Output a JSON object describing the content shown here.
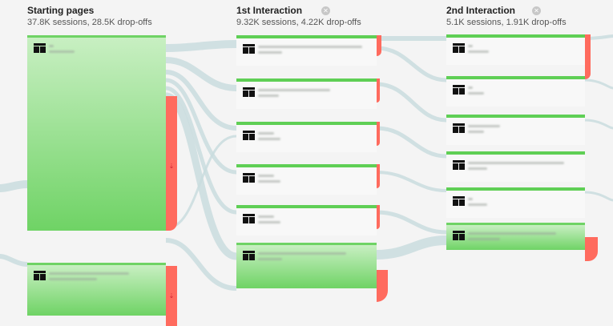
{
  "columns": [
    {
      "title": "Starting pages",
      "summary": "37.8K sessions, 28.5K drop-offs",
      "closable": false
    },
    {
      "title": "1st Interaction",
      "summary": "9.32K sessions, 4.22K drop-offs",
      "closable": true
    },
    {
      "title": "2nd Interaction",
      "summary": "5.1K sessions, 1.91K drop-offs",
      "closable": true
    }
  ],
  "icons": {
    "page": "page-layout-icon",
    "close": "close-icon",
    "dropoff": "dropoff-arrow-icon"
  },
  "colors": {
    "node_green": "#5fcf55",
    "dropoff_red": "#ff6b5e",
    "flow": "#c9dcde"
  }
}
